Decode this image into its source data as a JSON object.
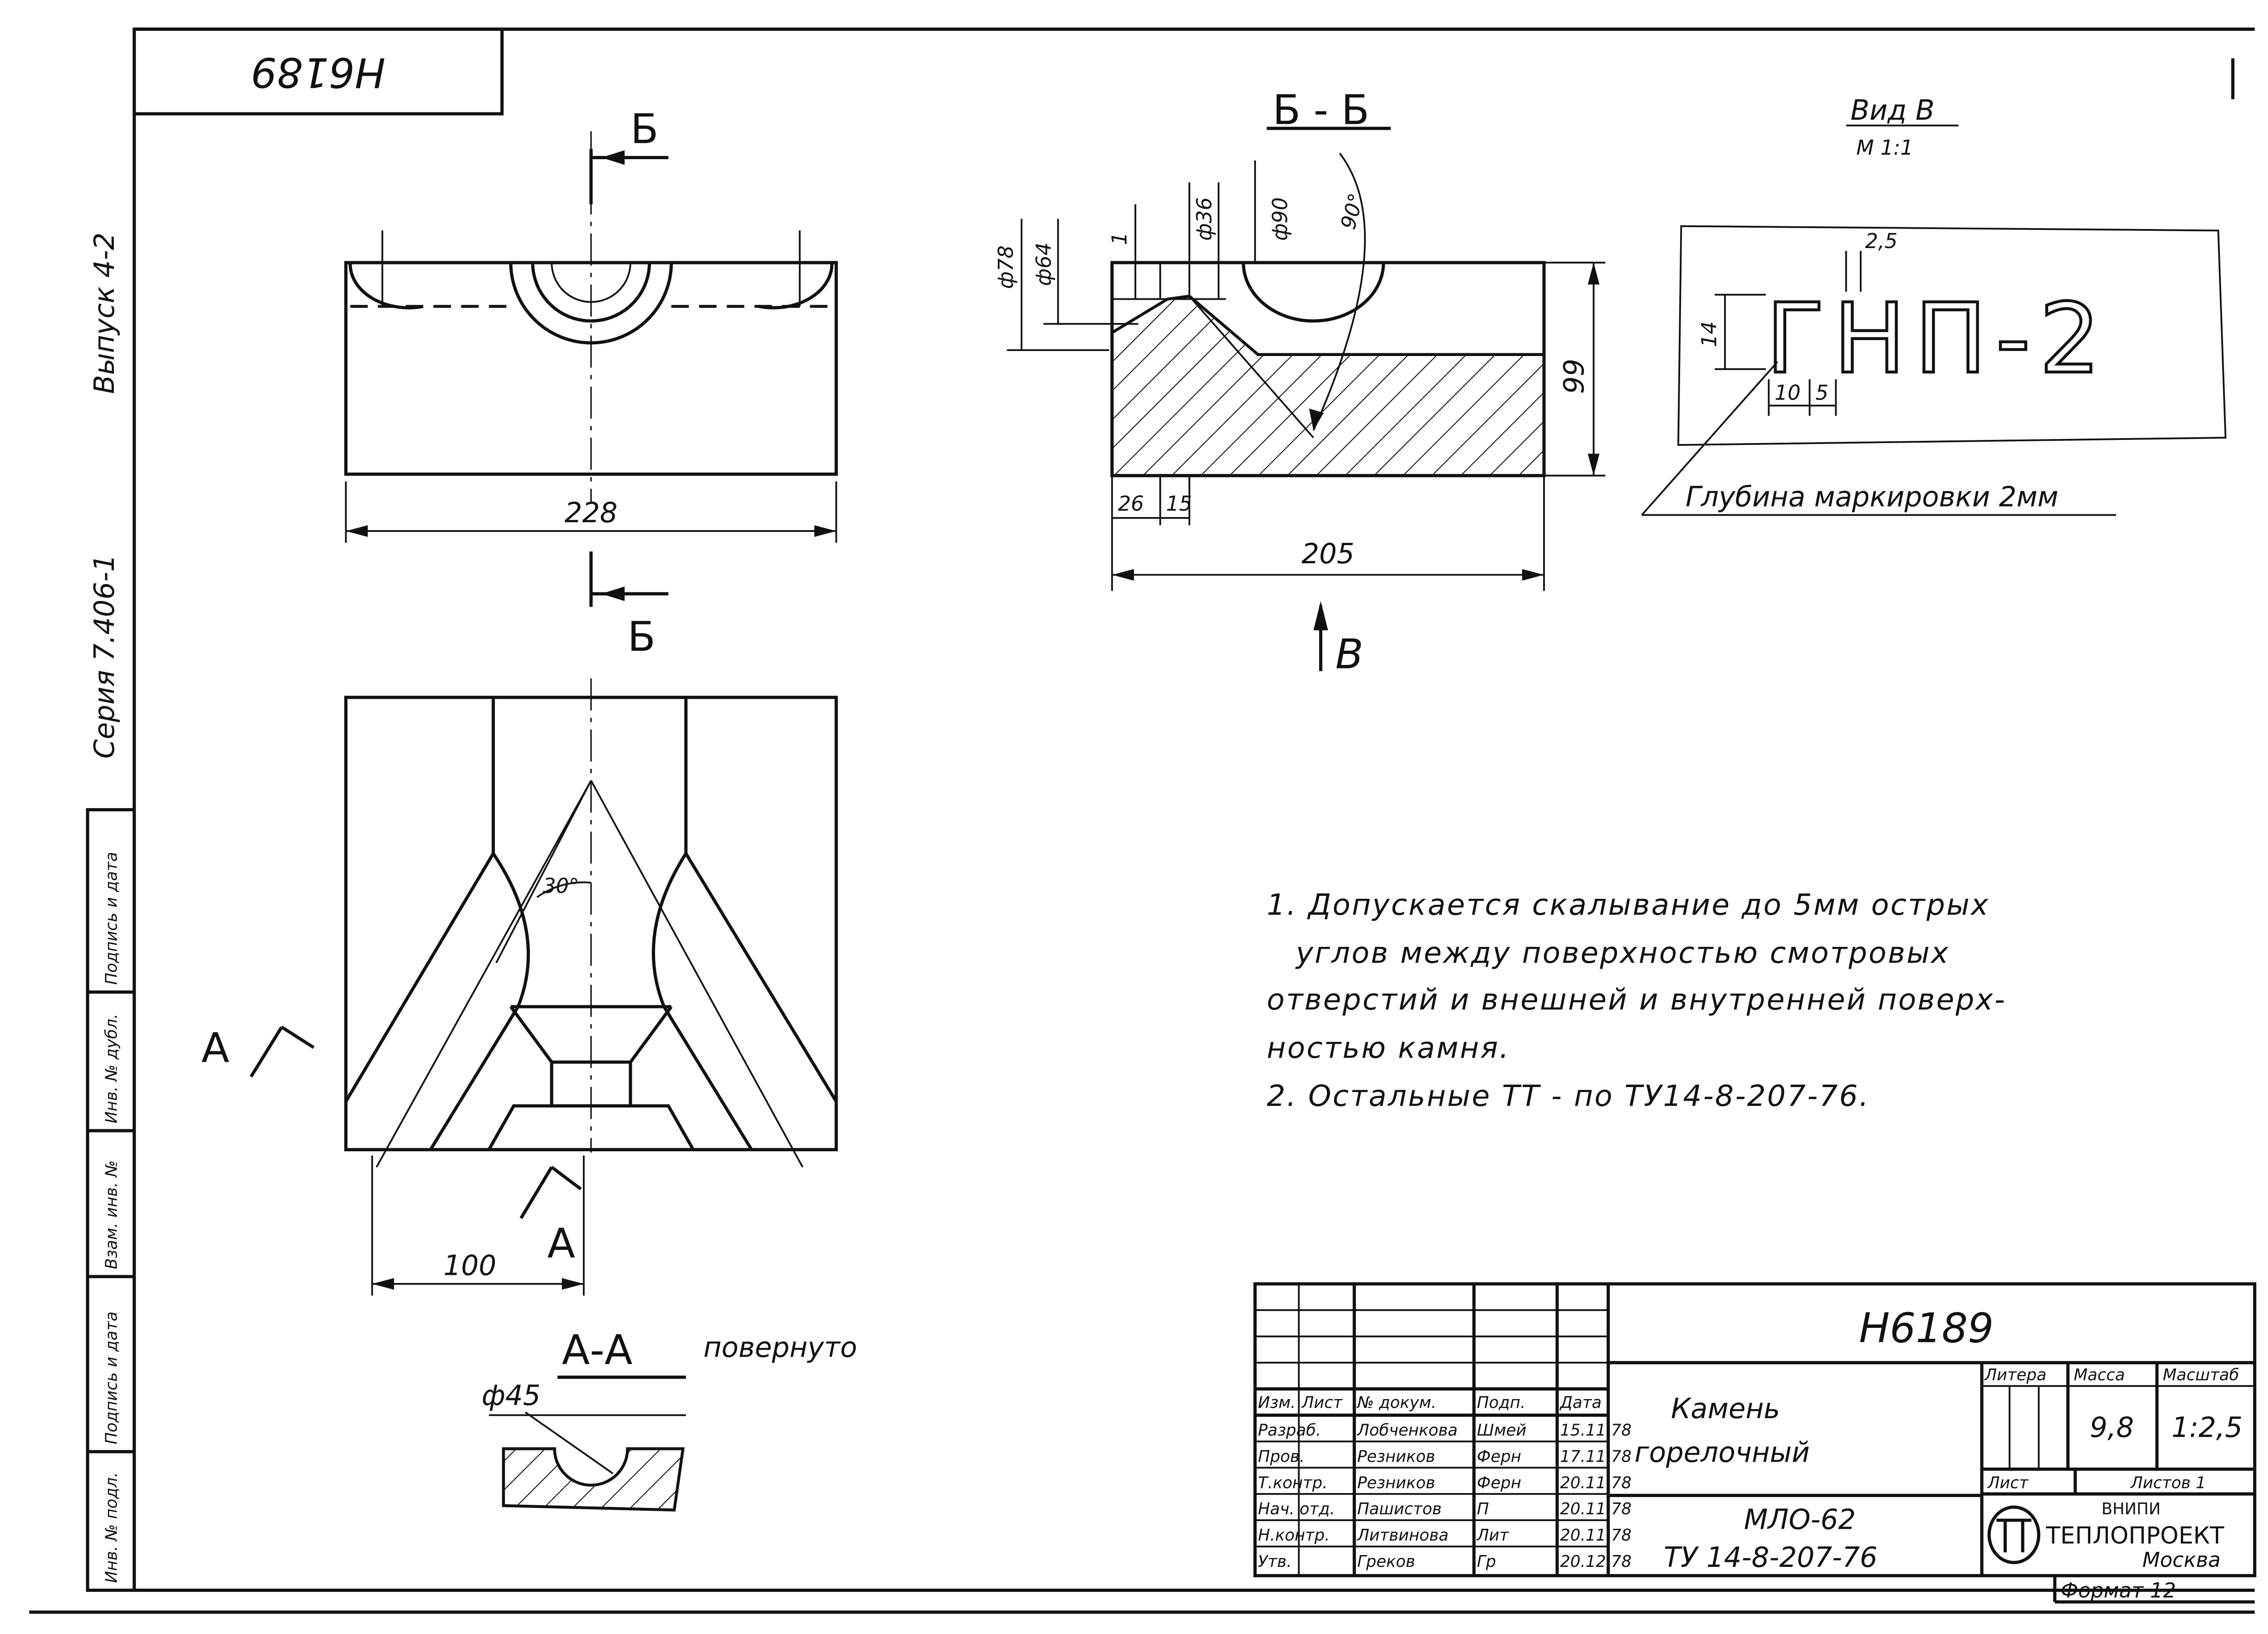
{
  "sheet": {
    "corner_code_rotated": "Н6189",
    "side_series": "Серия 7.406-1",
    "side_issue": "Выпуск 4-2",
    "side_stamp_columns": [
      "Инв. № подл.",
      "Подпись и дата",
      "Взам. инв. №",
      "Инв. № дубл.",
      "Подпись и дата"
    ]
  },
  "plan_view": {
    "section_mark_top": "Б",
    "section_mark_bottom": "Б",
    "dim_width": "228",
    "dim_offset": "100",
    "angle_label": "30°",
    "section_arrow_upper": "А",
    "section_arrow_lower": "А"
  },
  "section_bb": {
    "title": "Б - Б",
    "dims": [
      "ф78",
      "ф64",
      "1",
      "ф36",
      "ф90",
      "90°",
      "99",
      "26",
      "15",
      "205"
    ],
    "view_arrow": "В"
  },
  "view_v": {
    "title": "Вид В",
    "scale": "М 1:1",
    "marking": "ГНП-2",
    "dims": [
      "2,5",
      "14",
      "10",
      "5"
    ],
    "leader_note": "Глубина маркировки 2мм"
  },
  "section_aa": {
    "title": "А-А",
    "suffix": "повернуто",
    "dim_dia": "ф45"
  },
  "notes": [
    "1. Допускается скалывание до 5мм острых",
    "углов между поверхностью смотровых",
    "отверстий и внешней и внутренней поверх-",
    "ностью камня.",
    "2. Остальные ТТ - по ТУ14-8-207-76."
  ],
  "title_block": {
    "code": "Н6189",
    "name_line1": "Камень",
    "name_line2": "горелочный",
    "material_line1": "МЛО-62",
    "material_line2": "ТУ 14-8-207-76",
    "header_cols": [
      "Изм.",
      "Лист",
      "№ докум.",
      "Подп.",
      "Дата"
    ],
    "rows": [
      {
        "role": "Разраб.",
        "name": "Лобченкова",
        "sign": "Шмей",
        "date": "15.11.78"
      },
      {
        "role": "Пров.",
        "name": "Резников",
        "sign": "Ферн",
        "date": "17.11.78"
      },
      {
        "role": "Т.контр.",
        "name": "Резников",
        "sign": "Ферн",
        "date": "20.11.78"
      },
      {
        "role": "Нач. отд.",
        "name": "Пашистов",
        "sign": "П",
        "date": "20.11.78"
      },
      {
        "role": "Н.контр.",
        "name": "Литвинова",
        "sign": "Лит",
        "date": "20.11.78"
      },
      {
        "role": "Утв.",
        "name": "Греков",
        "sign": "Гр",
        "date": "20.12.78"
      }
    ],
    "litera_label": "Литера",
    "mass_label": "Масса",
    "scale_label": "Масштаб",
    "mass_value": "9,8",
    "scale_value": "1:2,5",
    "sheet_label": "Лист",
    "sheets_label": "Листов 1",
    "org_line1": "ВНИПИ",
    "org_line2": "ТЕПЛОПРОЕКТ",
    "org_line3": "Москва",
    "format": "Формат 12"
  }
}
